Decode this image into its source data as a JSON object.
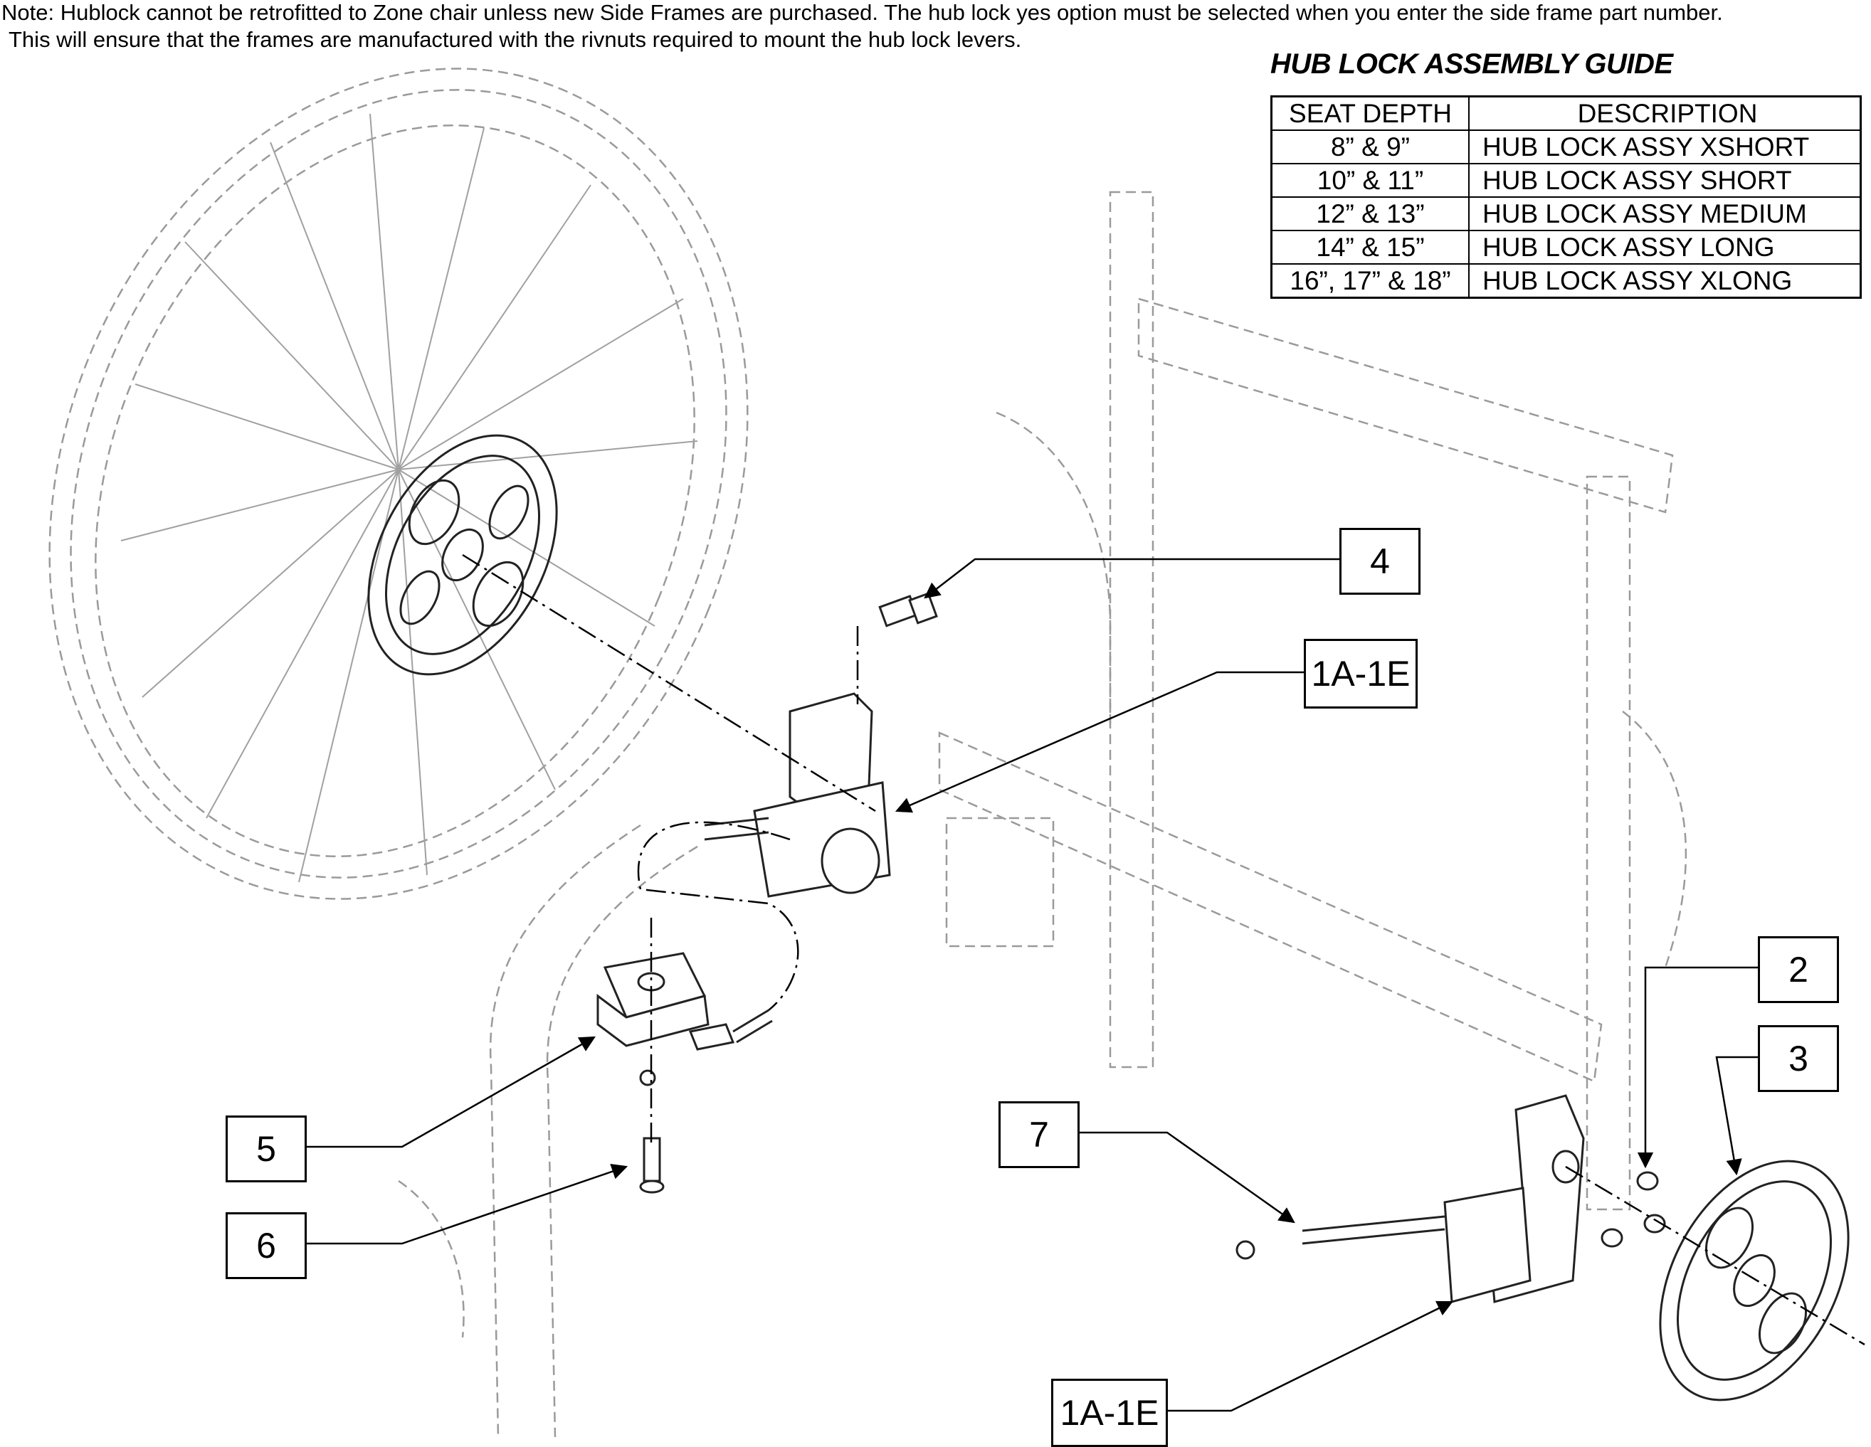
{
  "notes": {
    "line1": "Note: Hublock cannot be retrofitted to Zone chair unless new Side Frames are purchased. The hub lock yes option must be selected when you enter the side frame part number.",
    "line2": "This will ensure that the frames are manufactured with the rivnuts required to mount the hub lock levers."
  },
  "guide": {
    "title": "HUB LOCK ASSEMBLY GUIDE",
    "headers": [
      "SEAT DEPTH",
      "DESCRIPTION"
    ],
    "rows": [
      [
        "8” & 9”",
        "HUB LOCK ASSY XSHORT"
      ],
      [
        "10” & 11”",
        "HUB LOCK ASSY SHORT"
      ],
      [
        "12” & 13”",
        "HUB LOCK ASSY MEDIUM"
      ],
      [
        "14” & 15”",
        "HUB LOCK ASSY LONG"
      ],
      [
        "16”, 17” & 18”",
        "HUB LOCK ASSY XLONG"
      ]
    ]
  },
  "callouts": {
    "c4": "4",
    "c1a_top": "1A-1E",
    "c2": "2",
    "c3": "3",
    "c5": "5",
    "c6": "6",
    "c7": "7",
    "c1a_bottom": "1A-1E"
  }
}
